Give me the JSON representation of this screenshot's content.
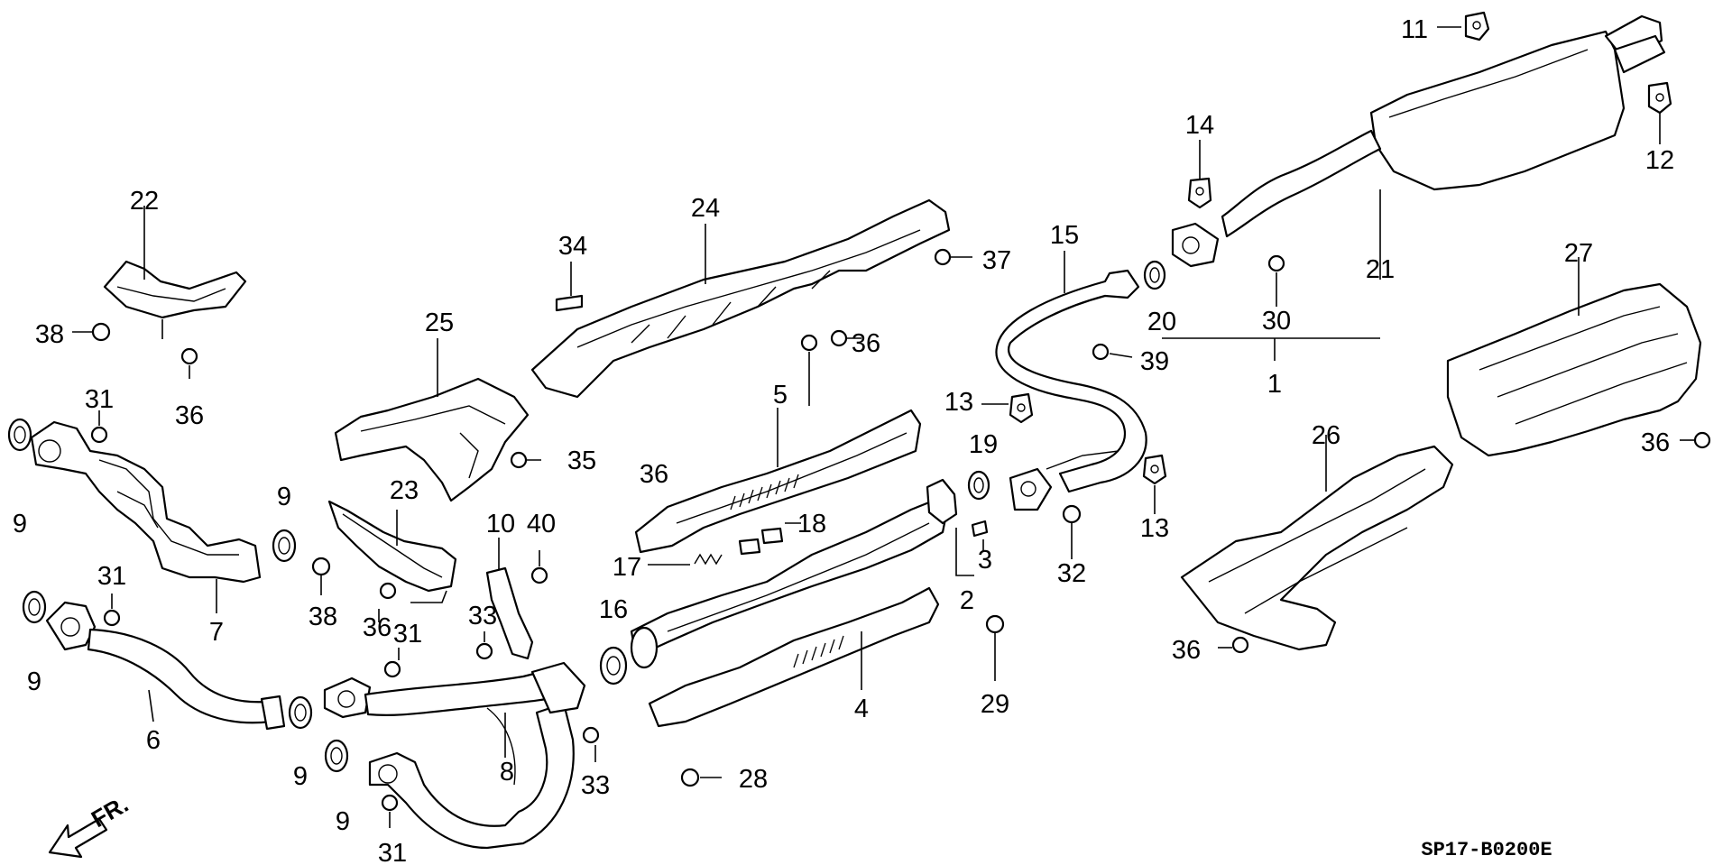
{
  "diagram": {
    "labels": {
      "p1": "1",
      "p2": "2",
      "p3": "3",
      "p4": "4",
      "p5": "5",
      "p6": "6",
      "p7": "7",
      "p8": "8",
      "p9": "9",
      "p10": "10",
      "p11": "11",
      "p12": "12",
      "p13": "13",
      "p14": "14",
      "p15": "15",
      "p16": "16",
      "p17": "17",
      "p18": "18",
      "p19": "19",
      "p20": "20",
      "p21": "21",
      "p22": "22",
      "p23": "23",
      "p24": "24",
      "p25": "25",
      "p26": "26",
      "p27": "27",
      "p28": "28",
      "p29": "29",
      "p30": "30",
      "p31": "31",
      "p32": "32",
      "p33": "33",
      "p34": "34",
      "p35": "35",
      "p36": "36",
      "p37": "37",
      "p38": "38",
      "p39": "39",
      "p40": "40"
    },
    "front_arrow": "FR.",
    "reference_code": "SP17-B0200E"
  }
}
